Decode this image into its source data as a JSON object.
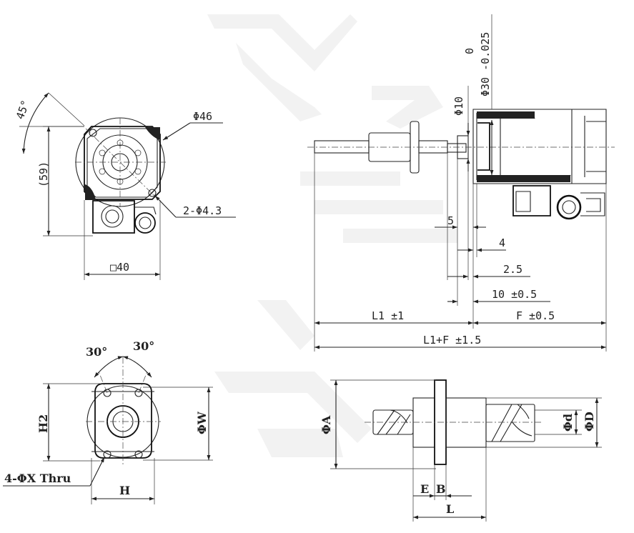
{
  "front_view": {
    "angle_label": "45°",
    "height_label": "(59)",
    "diameter_label": "Φ46",
    "holes_label": "2-Φ4.3",
    "width_label": "□40"
  },
  "side_view": {
    "shaft_tolerance_top": "0",
    "shaft_tolerance_label": "Φ30 -0.025",
    "spigot_label": "Φ10",
    "dim_5": "5",
    "dim_4": "4",
    "dim_2_5": "2.5",
    "dim_10": "10 ±0.5",
    "dim_l1": "L1 ±1",
    "dim_f": "F ±0.5",
    "dim_total": "L1+F ±1.5"
  },
  "nut_end_view": {
    "angle_left": "30°",
    "angle_right": "30°",
    "h2_label": "H2",
    "w_label": "ΦW",
    "holes_label": "4-ΦX Thru",
    "h_label": "H"
  },
  "nut_side_view": {
    "a_label": "ΦA",
    "d_label": "Φd",
    "D_label": "ΦD",
    "e_label": "E",
    "b_label": "B",
    "l_label": "L"
  }
}
